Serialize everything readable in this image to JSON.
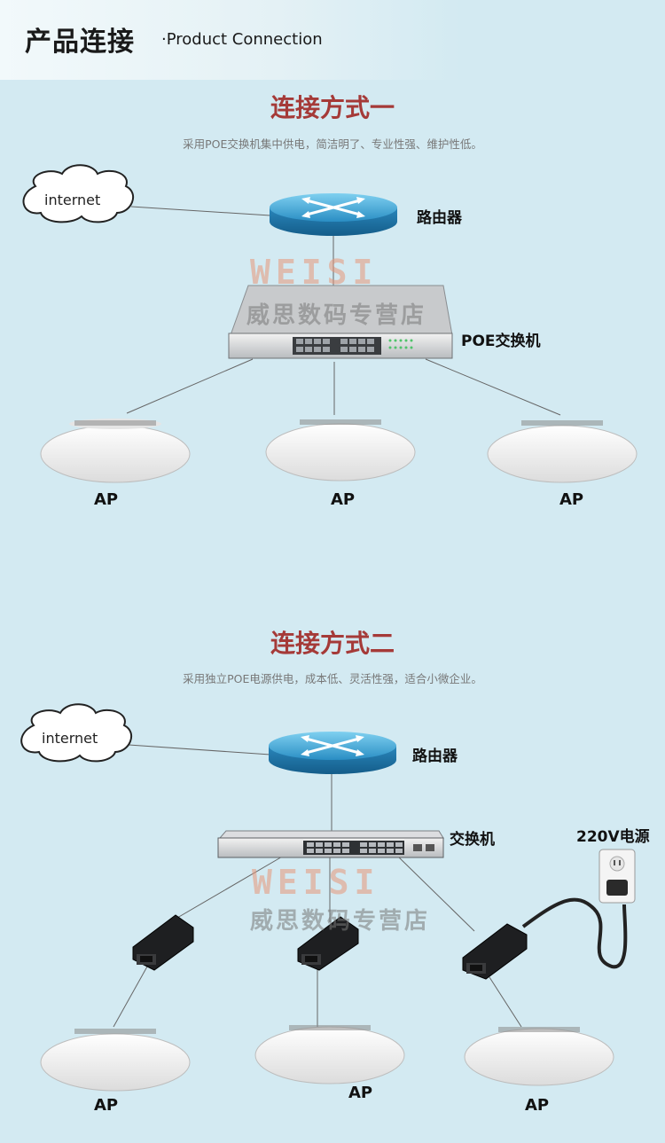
{
  "header": {
    "title_cn": "产品连接",
    "title_en": "·Product Connection"
  },
  "method1": {
    "title": "连接方式一",
    "desc": "采用POE交换机集中供电，简洁明了、专业性强、维护性低。",
    "internet": "internet",
    "router": "路由器",
    "switch": "POE交换机",
    "ap_labels": [
      "AP",
      "AP",
      "AP"
    ]
  },
  "method2": {
    "title": "连接方式二",
    "desc": "采用独立POE电源供电，成本低、灵活性强，适合小微企业。",
    "internet": "internet",
    "router": "路由器",
    "switch": "交换机",
    "power": "220V电源",
    "ap_labels": [
      "AP",
      "AP",
      "AP"
    ]
  },
  "watermark": {
    "logo": "WEISI",
    "text": "威思数码专营店"
  },
  "colors": {
    "background": "#d3eaf2",
    "title_red": "#a53a38",
    "router_blue": "#2f8fc0"
  }
}
